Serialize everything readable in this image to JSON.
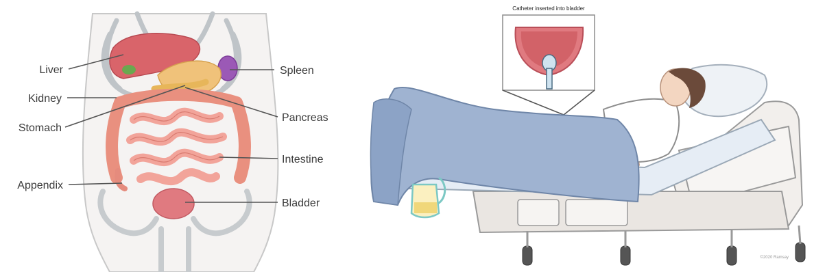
{
  "anatomy": {
    "labels_left": [
      "Liver",
      "Kidney",
      "Stomach",
      "Appendix"
    ],
    "labels_right": [
      "Spleen",
      "Pancreas",
      "Intestine",
      "Bladder"
    ]
  },
  "catheter": {
    "inset_caption": "Catheter inserted into bladder",
    "credit": "©2020 Ramsay"
  },
  "colors": {
    "organ_red": "#d9646a",
    "intestine_pink": "#f2a49a",
    "blanket_blue": "#9fb3d1",
    "skeleton_grey": "#cfd3d6",
    "spleen_purple": "#9b59b6"
  }
}
